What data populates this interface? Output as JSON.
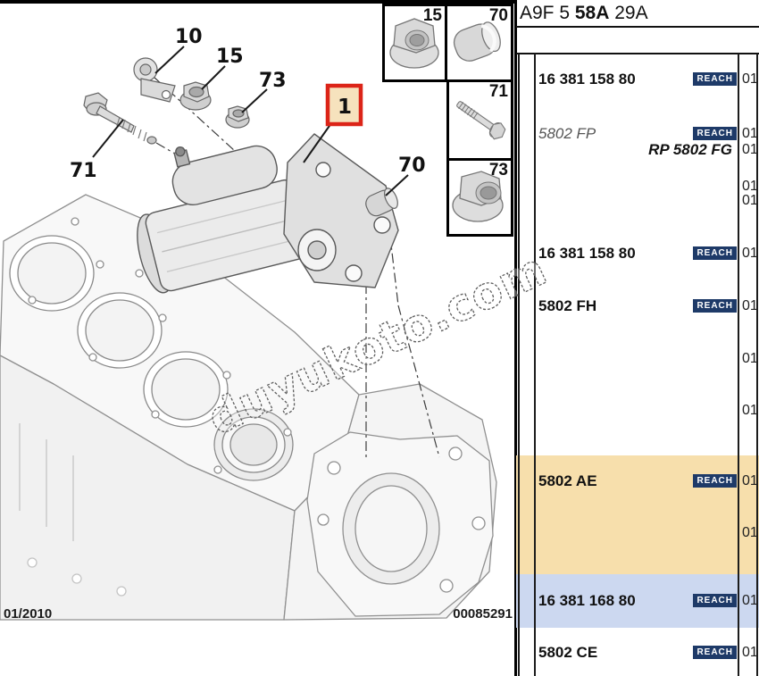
{
  "header": {
    "code_pre": "A9F 5",
    "code_bold": "58A",
    "code_post": "29A"
  },
  "badges": {
    "reach": "REACH"
  },
  "panel": {
    "rows": [
      {
        "label": "16 381 158 80",
        "reach": true,
        "qty": "01"
      },
      {
        "label": "5802 FP",
        "reach": true,
        "qty": "01",
        "style": "italic-gray"
      },
      {
        "label": "RP 5802 FG",
        "reach": false,
        "qty": "01",
        "style": "bold-italic-right"
      },
      {
        "label": "",
        "reach": false,
        "qty": "01"
      },
      {
        "label": "",
        "reach": false,
        "qty": "01"
      },
      {
        "label": "16 381 158 80",
        "reach": true,
        "qty": "01"
      },
      {
        "label": "5802 FH",
        "reach": true,
        "qty": "01"
      },
      {
        "label": "",
        "reach": false,
        "qty": "01"
      },
      {
        "label": "",
        "reach": false,
        "qty": "01"
      },
      {
        "label": "5802 AE",
        "reach": true,
        "qty": "01",
        "band": "orange"
      },
      {
        "label": "",
        "reach": false,
        "qty": "01",
        "band": "orange"
      },
      {
        "label": "16 381 168 80",
        "reach": true,
        "qty": "01",
        "band": "blue"
      },
      {
        "label": "5802 CE",
        "reach": true,
        "qty": "01"
      }
    ]
  },
  "diagram": {
    "callouts": {
      "n1": "1",
      "n10": "10",
      "n15": "15",
      "n70": "70",
      "n71": "71",
      "n73": "73"
    },
    "thumbs": [
      "15",
      "70",
      "71",
      "73"
    ],
    "watermark": "duyukoto.com",
    "date": "01/2010",
    "plate": "00085291"
  },
  "colors": {
    "highlight_orange": "#F7DFAC",
    "highlight_blue": "#CCD8F0",
    "reach_badge": "#1E3A68",
    "callout_border_red": "#DC2418",
    "callout_fill": "#F6E2BD"
  }
}
